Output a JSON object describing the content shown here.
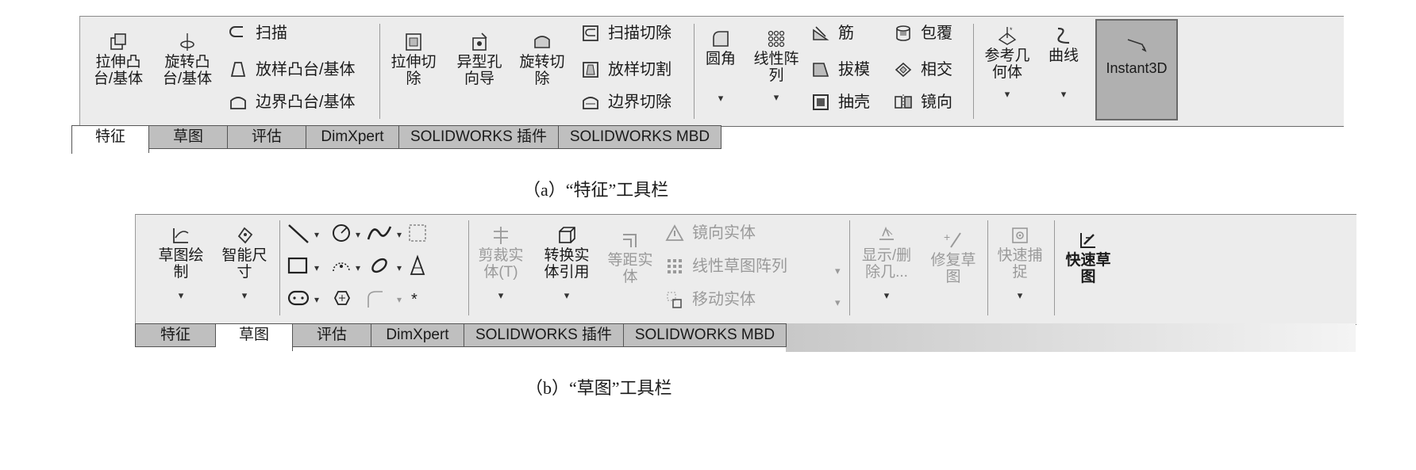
{
  "toolbar_a": {
    "buttons": {
      "extrude_boss": "拉伸凸\n台/基体",
      "revolve_boss": "旋转凸\n台/基体",
      "extrude_cut": "拉伸切\n除",
      "hole_wizard": "异型孔\n向导",
      "revolve_cut": "旋转切\n除",
      "fillet": "圆角",
      "linear_pattern": "线性阵\n列",
      "ref_geometry": "参考几\n何体",
      "curves": "曲线",
      "instant3d": "Instant3D"
    },
    "rows": {
      "sweep": "扫描",
      "loft": "放样凸台/基体",
      "boundary": "边界凸台/基体",
      "sweep_cut": "扫描切除",
      "loft_cut": "放样切割",
      "boundary_cut": "边界切除",
      "rib": "筋",
      "draft": "拔模",
      "shell": "抽壳",
      "wrap": "包覆",
      "intersect": "相交",
      "mirror": "镜向"
    },
    "tabs": [
      "特征",
      "草图",
      "评估",
      "DimXpert",
      "SOLIDWORKS 插件",
      "SOLIDWORKS MBD"
    ],
    "active_tab": "特征"
  },
  "toolbar_b": {
    "buttons": {
      "sketch": "草图绘\n制",
      "smart_dim": "智能尺\n寸",
      "trim": "剪裁实\n体(T)",
      "convert": "转换实\n体引用",
      "offset": "等距实\n体",
      "show_delete": "显示/删\n除几...",
      "repair": "修复草\n图",
      "quick_snap": "快速捕\n捉",
      "rapid_sketch": "快速草\n图"
    },
    "rows": {
      "mirror_entities": "镜向实体",
      "linear_sketch_pattern": "线性草图阵列",
      "move_entities": "移动实体"
    },
    "tabs": [
      "特征",
      "草图",
      "评估",
      "DimXpert",
      "SOLIDWORKS 插件",
      "SOLIDWORKS MBD"
    ],
    "active_tab": "草图"
  },
  "captions": {
    "a": "（a）“特征”工具栏",
    "b": "（b）“草图”工具栏"
  }
}
